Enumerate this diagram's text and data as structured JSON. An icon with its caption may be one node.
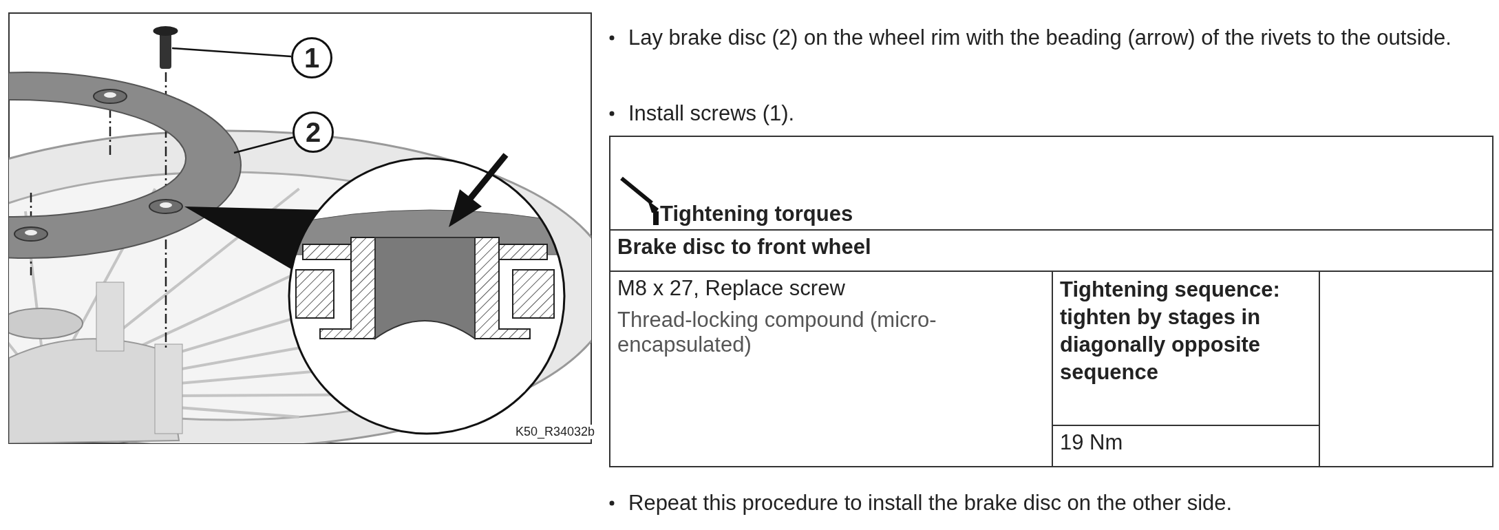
{
  "diagram": {
    "nodes": [
      {
        "text": [
          "1"
        ]
      },
      {
        "text": [],
        "shape": "picture"
      },
      {
        "text": [
          "2"
        ]
      },
      {
        "text": [],
        "shape": "picture"
      }
    ],
    "edges": [
      {
        "from": 0,
        "to": 1,
        "arrow": "none"
      },
      {
        "from": 2,
        "to": 3,
        "arrow": "none"
      }
    ],
    "labels": [
      "K50_R34032b",
      "Lay brake disc (2) on the wheel rim with the beading (arrow) of the rivets to the outside.",
      "Install screws (1).",
      "Tightening torques",
      "Brake disc to front wheel",
      "M8 x 27, Replace screw",
      "Thread-locking compound (micro-encapsulated)",
      "Tightening sequence: tighten by stages in diagonally opposite sequence",
      "19 Nm",
      "Repeat this procedure to install the brake disc on the other side."
    ]
  }
}
